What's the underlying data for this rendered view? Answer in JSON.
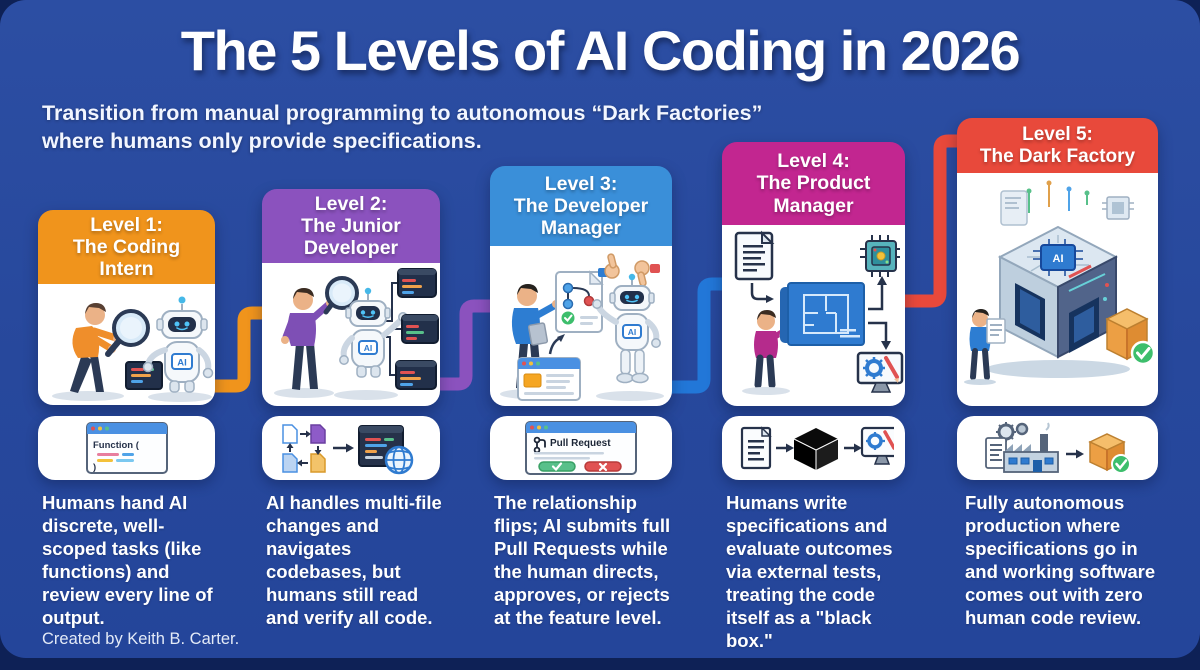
{
  "poster": {
    "title": "The 5 Levels of AI Coding in 2026",
    "subtitle_line1": "Transition from manual programming to autonomous “Dark Factories”",
    "subtitle_line2": "where humans only provide specifications.",
    "credit": "Created by Keith B. Carter.",
    "background_color": "#27489C"
  },
  "levels": [
    {
      "level_label": "Level 1:",
      "name": "The Coding Intern",
      "accent_color": "#F0941C",
      "description": "Humans hand AI discrete, well-scoped tasks (like functions) and review every line of output.",
      "illustration": "intern-with-magnifier-reviewing-robot-code",
      "ai_badge": "AI",
      "icon": "function-snippet-window-icon",
      "icon_text_open": "Function (",
      "icon_text_close": ")"
    },
    {
      "level_label": "Level 2:",
      "name": "The Junior Developer",
      "accent_color": "#8B52BE",
      "description": "AI handles multi-file changes and navigates codebases, but humans still read and verify all code.",
      "illustration": "junior-developer-robot-multi-file-changes",
      "ai_badge": "AI",
      "icon": "multi-file-cycle-to-codebase-icon"
    },
    {
      "level_label": "Level 3:",
      "name": "The Developer Manager",
      "accent_color": "#3A8FD9",
      "description": "The relationship flips; AI submits full Pull Requests while the human directs, approves, or rejects at the feature level.",
      "illustration": "manager-approving-robot-pull-request",
      "ai_badge": "AI",
      "icon": "pull-request-review-window-icon",
      "icon_text": "Pull Request"
    },
    {
      "level_label": "Level 4:",
      "name": "The Product Manager",
      "accent_color": "#C22690",
      "description": "Humans write specifications and evaluate outcomes via external tests, treating the code itself as a \"black box.\"",
      "illustration": "product-manager-spec-blueprint-tests",
      "icon": "spec-to-black-box-to-tests-icon"
    },
    {
      "level_label": "Level 5:",
      "name": "The Dark Factory",
      "accent_color": "#E8493B",
      "description": "Fully autonomous production where specifications go in and working software comes out with zero human code review.",
      "illustration": "autonomous-dark-factory-cube",
      "chip_label": "AI",
      "icon": "factory-to-verified-package-icon"
    }
  ],
  "connectors": [
    {
      "from": "Level 1",
      "to": "Level 2",
      "color": "#F0941C"
    },
    {
      "from": "Level 2",
      "to": "Level 3",
      "color": "#8B52BE"
    },
    {
      "from": "Level 3",
      "to": "Level 4",
      "color": "#2277D8"
    },
    {
      "from": "Level 4",
      "to": "Level 5",
      "color": "#E8493B"
    }
  ]
}
